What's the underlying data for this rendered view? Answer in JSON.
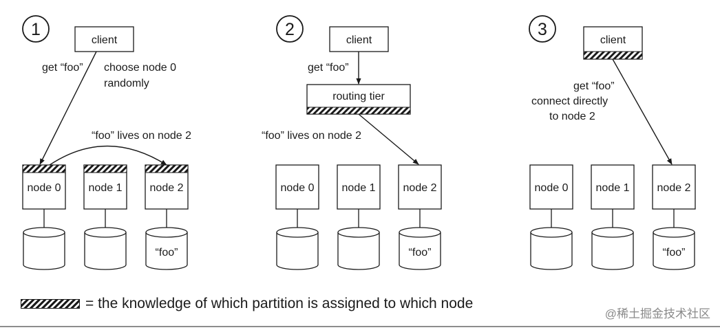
{
  "panels": [
    {
      "number": "1",
      "client_label": "client",
      "request_label": "get “foo”",
      "note_lines": [
        "choose node 0",
        "randomly"
      ],
      "forward_label": "“foo” lives on node 2",
      "nodes": [
        "node 0",
        "node 1",
        "node 2"
      ],
      "db_labels": [
        "",
        "",
        "“foo”"
      ]
    },
    {
      "number": "2",
      "client_label": "client",
      "request_label": "get “foo”",
      "router_label": "routing tier",
      "forward_label": "“foo” lives on node 2",
      "nodes": [
        "node 0",
        "node 1",
        "node 2"
      ],
      "db_labels": [
        "",
        "",
        "“foo”"
      ]
    },
    {
      "number": "3",
      "client_label": "client",
      "request_lines": [
        "get “foo”",
        "connect directly",
        "to node 2"
      ],
      "nodes": [
        "node 0",
        "node 1",
        "node 2"
      ],
      "db_labels": [
        "",
        "",
        "“foo”"
      ]
    }
  ],
  "legend": {
    "text": "= the knowledge of which partition is assigned to which node"
  },
  "watermark": "@稀土掘金技术社区"
}
